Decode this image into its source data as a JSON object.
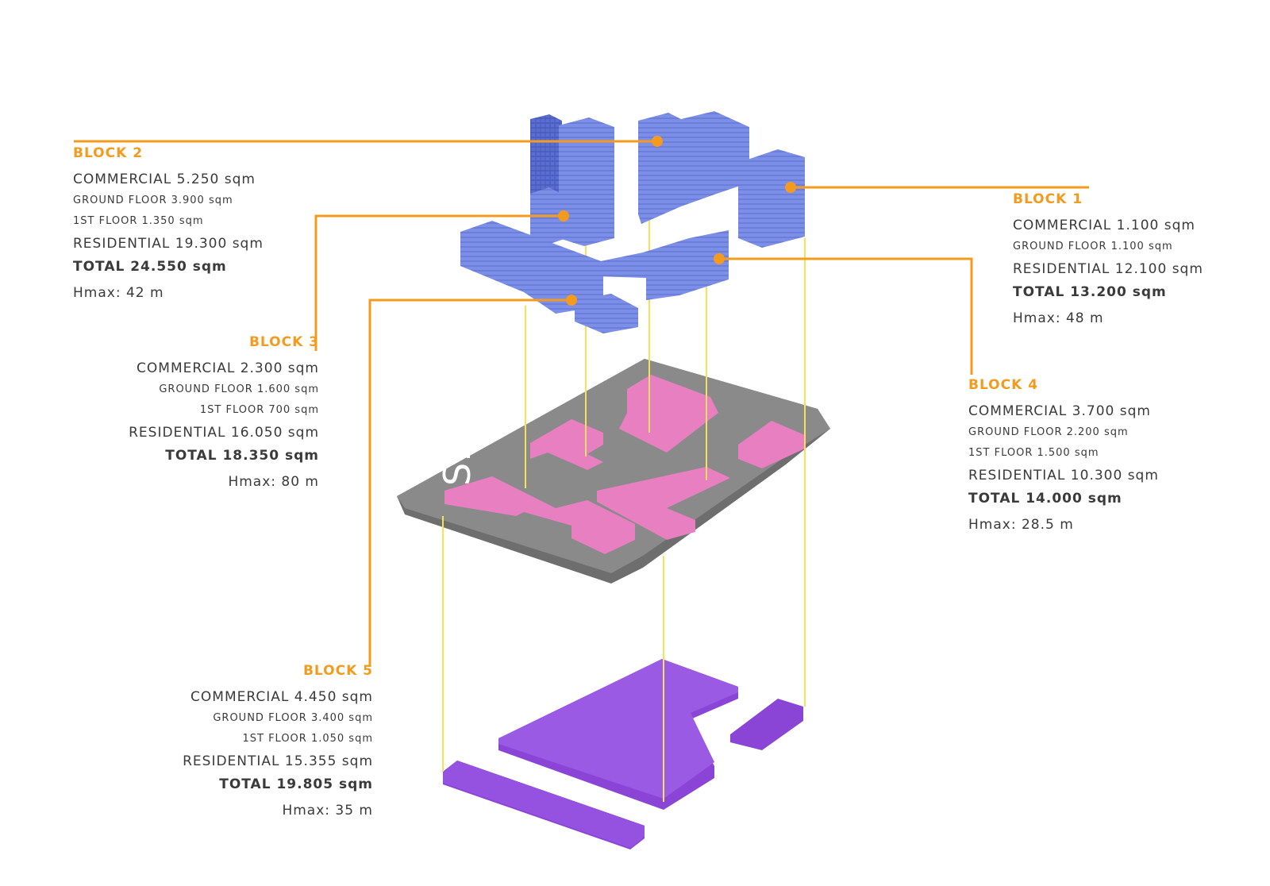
{
  "colors": {
    "accent": "#f39b1e",
    "leader_line": "#f5e25a",
    "upper_floors": "#7b8ee8",
    "ground_floor": "#e87fc0",
    "basement": "#8a45d6",
    "site": "#8a8a8a"
  },
  "site_label": "S1",
  "blocks": [
    {
      "id": "block-2",
      "title": "BLOCK 2",
      "commercial": "COMMERCIAL 5.250 sqm",
      "ground_floor": "GROUND FLOOR 3.900 sqm",
      "first_floor": "1ST FLOOR 1.350 sqm",
      "residential": "RESIDENTIAL 19.300 sqm",
      "total": "TOTAL 24.550 sqm",
      "hmax": "Hmax: 42 m"
    },
    {
      "id": "block-1",
      "title": "BLOCK 1",
      "commercial": "COMMERCIAL 1.100 sqm",
      "ground_floor": "GROUND FLOOR 1.100 sqm",
      "residential": "RESIDENTIAL 12.100 sqm",
      "total": "TOTAL 13.200 sqm",
      "hmax": "Hmax: 48 m"
    },
    {
      "id": "block-3",
      "title": "BLOCK 3",
      "commercial": "COMMERCIAL 2.300 sqm",
      "ground_floor": "GROUND FLOOR 1.600 sqm",
      "first_floor": "1ST FLOOR 700 sqm",
      "residential": "RESIDENTIAL 16.050 sqm",
      "total": "TOTAL 18.350 sqm",
      "hmax": "Hmax: 80 m"
    },
    {
      "id": "block-4",
      "title": "BLOCK 4",
      "commercial": "COMMERCIAL 3.700 sqm",
      "ground_floor": "GROUND FLOOR 2.200 sqm",
      "first_floor": "1ST FLOOR 1.500 sqm",
      "residential": "RESIDENTIAL 10.300 sqm",
      "total": "TOTAL 14.000 sqm",
      "hmax": "Hmax: 28.5 m"
    },
    {
      "id": "block-5",
      "title": "BLOCK 5",
      "commercial": "COMMERCIAL 4.450 sqm",
      "ground_floor": "GROUND FLOOR 3.400 sqm",
      "first_floor": "1ST FLOOR 1.050 sqm",
      "residential": "RESIDENTIAL 15.355 sqm",
      "total": "TOTAL 19.805 sqm",
      "hmax": "Hmax: 35 m"
    }
  ]
}
